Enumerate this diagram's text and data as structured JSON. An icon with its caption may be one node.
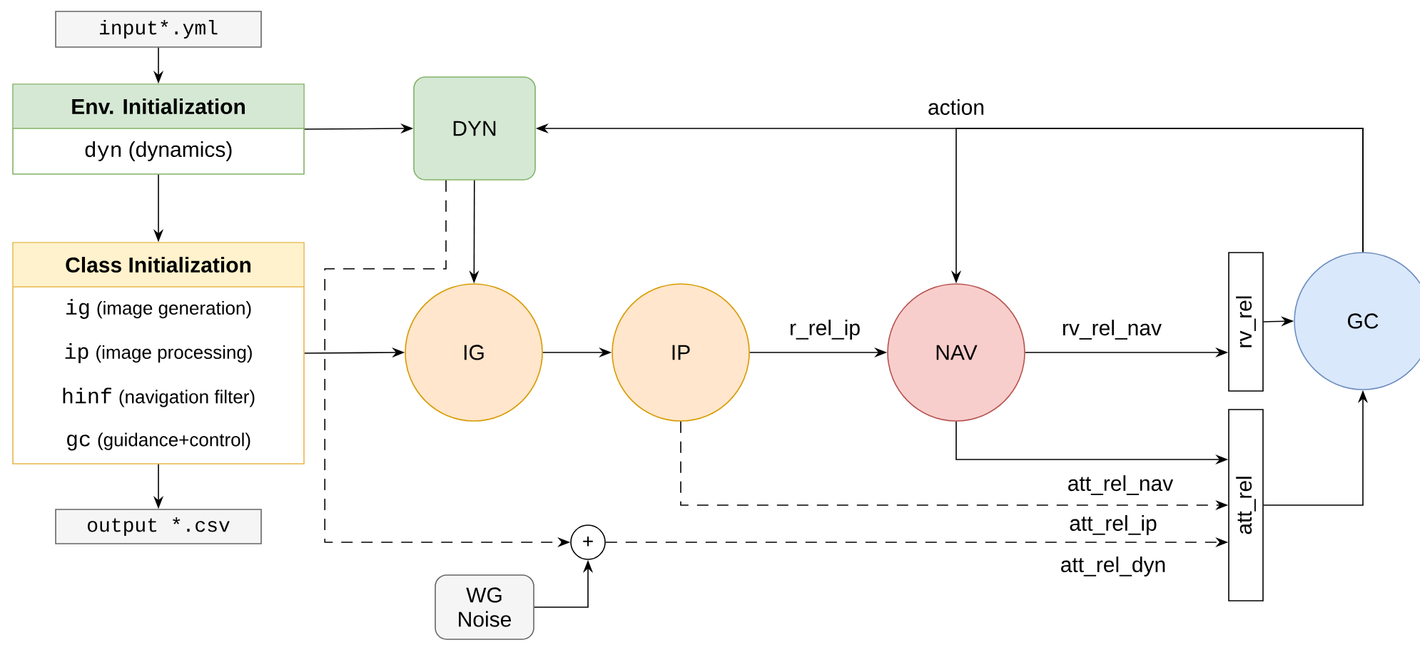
{
  "diagram": {
    "nodes": [
      {
        "text": [
          "input*.yml"
        ]
      },
      {
        "text": [
          "Env. Initialization",
          "dyn",
          "(dynamics)"
        ]
      },
      {
        "text": [
          "Class Initialization",
          "ig",
          "(image generation)",
          "ip",
          "(image processing)",
          "hinf",
          "(navigation filter)",
          "gc",
          "(guidance+control)"
        ]
      },
      {
        "text": [
          "output *.csv"
        ]
      },
      {
        "text": [
          "DYN"
        ]
      },
      {
        "text": [
          "IG"
        ]
      },
      {
        "text": [
          "IP"
        ]
      },
      {
        "text": [
          "NAV"
        ]
      },
      {
        "text": [
          "rv_rel"
        ]
      },
      {
        "text": [
          "GC"
        ]
      },
      {
        "text": [
          "att_rel"
        ]
      },
      {
        "text": [
          "+"
        ]
      },
      {
        "text": [
          "WG Noise"
        ]
      }
    ],
    "edges": [
      {
        "from": 0,
        "to": 1,
        "arrow": "to"
      },
      {
        "from": 1,
        "to": 2,
        "arrow": "to"
      },
      {
        "from": 2,
        "to": 3,
        "arrow": "to"
      },
      {
        "from": 1,
        "to": 4,
        "arrow": "to"
      },
      {
        "from": 4,
        "to": 5,
        "arrow": "to"
      },
      {
        "from": 2,
        "to": 5,
        "arrow": "to"
      },
      {
        "from": 5,
        "to": 6,
        "arrow": "to"
      },
      {
        "from": 6,
        "to": 7,
        "arrow": "to",
        "label": "r_rel_ip"
      },
      {
        "from": 7,
        "to": 8,
        "arrow": "to",
        "label": "rv_rel_nav"
      },
      {
        "from": 8,
        "to": 9,
        "arrow": "to"
      },
      {
        "from": 7,
        "to": 10,
        "arrow": "to",
        "label": "att_rel_nav"
      },
      {
        "from": 6,
        "to": 10,
        "arrow": "to",
        "label": "att_rel_ip",
        "style": "dashed"
      },
      {
        "from": 4,
        "to": 11,
        "arrow": "to",
        "style": "dashed"
      },
      {
        "from": 12,
        "to": 11,
        "arrow": "to"
      },
      {
        "from": 11,
        "to": 10,
        "arrow": "to",
        "label": "att_rel_dyn",
        "style": "dashed"
      },
      {
        "from": 10,
        "to": 9,
        "arrow": "to"
      },
      {
        "from": 9,
        "to": 4,
        "arrow": "to",
        "label": "action"
      },
      {
        "from": 9,
        "to": 7,
        "arrow": "to"
      }
    ]
  }
}
